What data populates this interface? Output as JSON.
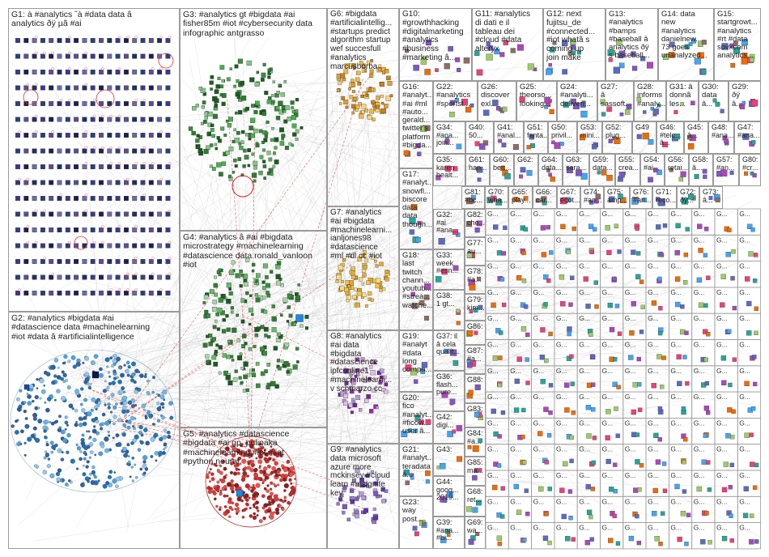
{
  "groups": [
    {
      "id": "G1",
      "label": "G1: à #analytics ˆà #data data â\nanalytics ðÿ µã #ai"
    },
    {
      "id": "G2",
      "label": "G2: #analytics #bigdata #ai\n#datascience data #machinelearning\n#iot #data â #artificialintelligence"
    },
    {
      "id": "G3",
      "label": "G3: #analytics gt #bigdata #ai\nfisher85m #iot #cybersecurity data\ninfographic antgrasso"
    },
    {
      "id": "G4",
      "label": "G4: #analytics â #ai #bigdata\nmicrostrategy #machinelearning\n#datascience data ronald_vanloon\n#iot"
    },
    {
      "id": "G5",
      "label": "G5: #analytics #datascience\n#bigdata #ai gp_pulipaka\n#machinelearning #iot #iiot\n#python neural"
    },
    {
      "id": "G6",
      "label": "G6: #bigdata\n#artificialintellig...\n#startups predict\nalgorithm startup\nwef succesfull\n#analytics\nmarcusborba"
    },
    {
      "id": "G7",
      "label": "G7: #analytics\n#ai #bigdata\n#machinelearni...\nianljones98\n#datascience\n#ml #dl cc #iot"
    },
    {
      "id": "G8",
      "label": "G8: #analytics\n#ai data\n#bigdata\n#datascience\nipfconline1\n#machinelearni...\nv schmarzo cc"
    },
    {
      "id": "G9",
      "label": "G9: #analytics\ndata microsoft\nazure more\nmckinsey #cloud\nlearn #msignite\nkey"
    },
    {
      "id": "G10",
      "label": "G10:\n#growthhacking\n#digitalmarketing\n#analytics\n#business\n#marketing â..."
    },
    {
      "id": "G11",
      "label": "G11: #analytics\ndi dati e il\ntableau dei\n#cloud #data\nalteryx"
    },
    {
      "id": "G12",
      "label": "G12: next\nfujitsu_de\n#connected...\n#iot whatâ s\ncoming up\njoin make"
    },
    {
      "id": "G13",
      "label": "G13:\n#analytics\n#bamps\n#baseball â\nanalytics ðÿ\ns baseball..."
    },
    {
      "id": "G14",
      "label": "G14: data\nnew\n#analytics\ndanielnew...\n73 goes\nunanalyzed..."
    },
    {
      "id": "G15",
      "label": "G15:\nstartgrowt...\n#analytics\n#rt #data\nsovkcom\nanalytics..."
    },
    {
      "id": "G16",
      "label": "G16:\n#analyt...\n#ai #ml\n#auto...\ngerald...\ntwitter's\nplatform\n#bigda..."
    },
    {
      "id": "G17",
      "label": "G17:\n#analyt...\nsnowfl...\nbiscore\ndata\ndata\nthough..."
    },
    {
      "id": "G18",
      "label": "G18:\nlast\ntwitch\nchann...\nyoutub...\n#strea...\nwatche..."
    },
    {
      "id": "G19",
      "label": "G19:\n#analyt\n#data\nlong\ncompa..."
    },
    {
      "id": "G20",
      "label": "G20:\nfico\n#analyt...\n#ficow...\nuser â..."
    },
    {
      "id": "G21",
      "label": "G21:\n#analyt...\nteradata\nâ..."
    },
    {
      "id": "G22",
      "label": "G22:\n#analytics\n#sportst..."
    },
    {
      "id": "G23",
      "label": "G23:\nway\npost..."
    },
    {
      "id": "G24",
      "label": "G24:\n#analyti...\ndeliveri..."
    },
    {
      "id": "G25",
      "label": "G25:\ntheorso...\nlooking..."
    },
    {
      "id": "G26",
      "label": "G26:\ndiscover\nexl..."
    },
    {
      "id": "G27",
      "label": "G27:\nâ\nsassoft..."
    },
    {
      "id": "G28",
      "label": "G28:\ninforms\n#analy..."
    },
    {
      "id": "G29",
      "label": "G29:\nðÿ\nâ..."
    },
    {
      "id": "G30",
      "label": "G30:\ndata\nâ..."
    },
    {
      "id": "G31",
      "label": "G31: â\ndonnã\nles..."
    },
    {
      "id": "G32",
      "label": "G32:\n#ai\n#ana..."
    },
    {
      "id": "G33",
      "label": "G33:\nweek\n#esn..."
    },
    {
      "id": "G34",
      "label": "G34:\n#ana...\njoin..."
    },
    {
      "id": "G35",
      "label": "G35:\nkaren\nhealt..."
    },
    {
      "id": "G36",
      "label": "G36:\nflash...\npure..."
    },
    {
      "id": "G37",
      "label": "G37: il\nâ cela\nqualit..."
    },
    {
      "id": "G38",
      "label": "G38:\n1 gt..."
    },
    {
      "id": "G39",
      "label": "G39:\n#ana...\n#bi..."
    },
    {
      "id": "G40",
      "label": "G40:\n50..."
    },
    {
      "id": "G41",
      "label": "G41:\n#anal..."
    },
    {
      "id": "G42",
      "label": "G42:\ndigi..."
    },
    {
      "id": "G43",
      "label": "G43:"
    },
    {
      "id": "G44",
      "label": "G44:\ngoog...\n2019..."
    },
    {
      "id": "G45",
      "label": "G45:\nâ..."
    },
    {
      "id": "G46",
      "label": "G46:\n#telc...\nâ..."
    },
    {
      "id": "G47",
      "label": "G47:\n#ana..."
    },
    {
      "id": "G48",
      "label": "G48:\n#ana..."
    },
    {
      "id": "G49",
      "label": "G49"
    },
    {
      "id": "G50",
      "label": "G50:\nprivil..."
    },
    {
      "id": "G51",
      "label": "G51:\nfanta..."
    },
    {
      "id": "G52",
      "label": "G52:\nplug..."
    },
    {
      "id": "G53",
      "label": "G53:\nmini..."
    },
    {
      "id": "G54",
      "label": "G54:\n#ai..."
    },
    {
      "id": "G55",
      "label": "G55:\ncrea..."
    },
    {
      "id": "G56",
      "label": "G56:\nretai..."
    },
    {
      "id": "G57",
      "label": "G57:\n#an..."
    },
    {
      "id": "G58",
      "label": "G58:\nâ..."
    },
    {
      "id": "G59",
      "label": "G59:\ndata..."
    },
    {
      "id": "G60",
      "label": "G60:\nbett..."
    },
    {
      "id": "G61",
      "label": "G61:\nhan..."
    },
    {
      "id": "G62",
      "label": "G62:"
    },
    {
      "id": "G63",
      "label": "G63:\nsara..."
    },
    {
      "id": "G64",
      "label": "G64:\ndata..."
    },
    {
      "id": "G65",
      "label": "G65:\nplay..."
    },
    {
      "id": "G66",
      "label": "G66:\ncar..."
    },
    {
      "id": "G67",
      "label": "G67:\necot..."
    },
    {
      "id": "G68",
      "label": "G68:\nret..."
    },
    {
      "id": "G69",
      "label": "G69:\nwa..."
    },
    {
      "id": "G70",
      "label": "G70:\nwha..."
    },
    {
      "id": "G71",
      "label": "G71:\nreco..."
    },
    {
      "id": "G72",
      "label": "G72:\nðÿ..."
    },
    {
      "id": "G73",
      "label": "G73:\nâ..."
    },
    {
      "id": "G74",
      "label": "G74:\n#an..."
    },
    {
      "id": "G75",
      "label": "G75:\namp..."
    },
    {
      "id": "G76",
      "label": "G76:\n#an..."
    },
    {
      "id": "G77",
      "label": "G77:\nau..."
    },
    {
      "id": "G78",
      "label": "G78:\n#a..."
    },
    {
      "id": "G79",
      "label": "G79:\nkim..."
    },
    {
      "id": "G80",
      "label": "G80:\n#cr..."
    },
    {
      "id": "G81",
      "label": "G81:\n#bc..."
    },
    {
      "id": "G82",
      "label": "G82:\nche..."
    },
    {
      "id": "G83",
      "label": "G83:"
    },
    {
      "id": "G84",
      "label": "G84:\n#a..."
    },
    {
      "id": "G85",
      "label": "G85:\nma..."
    },
    {
      "id": "G86",
      "label": "G86:"
    },
    {
      "id": "G87",
      "label": "G87:\n#a..."
    },
    {
      "id": "G88",
      "label": "G88:"
    }
  ]
}
